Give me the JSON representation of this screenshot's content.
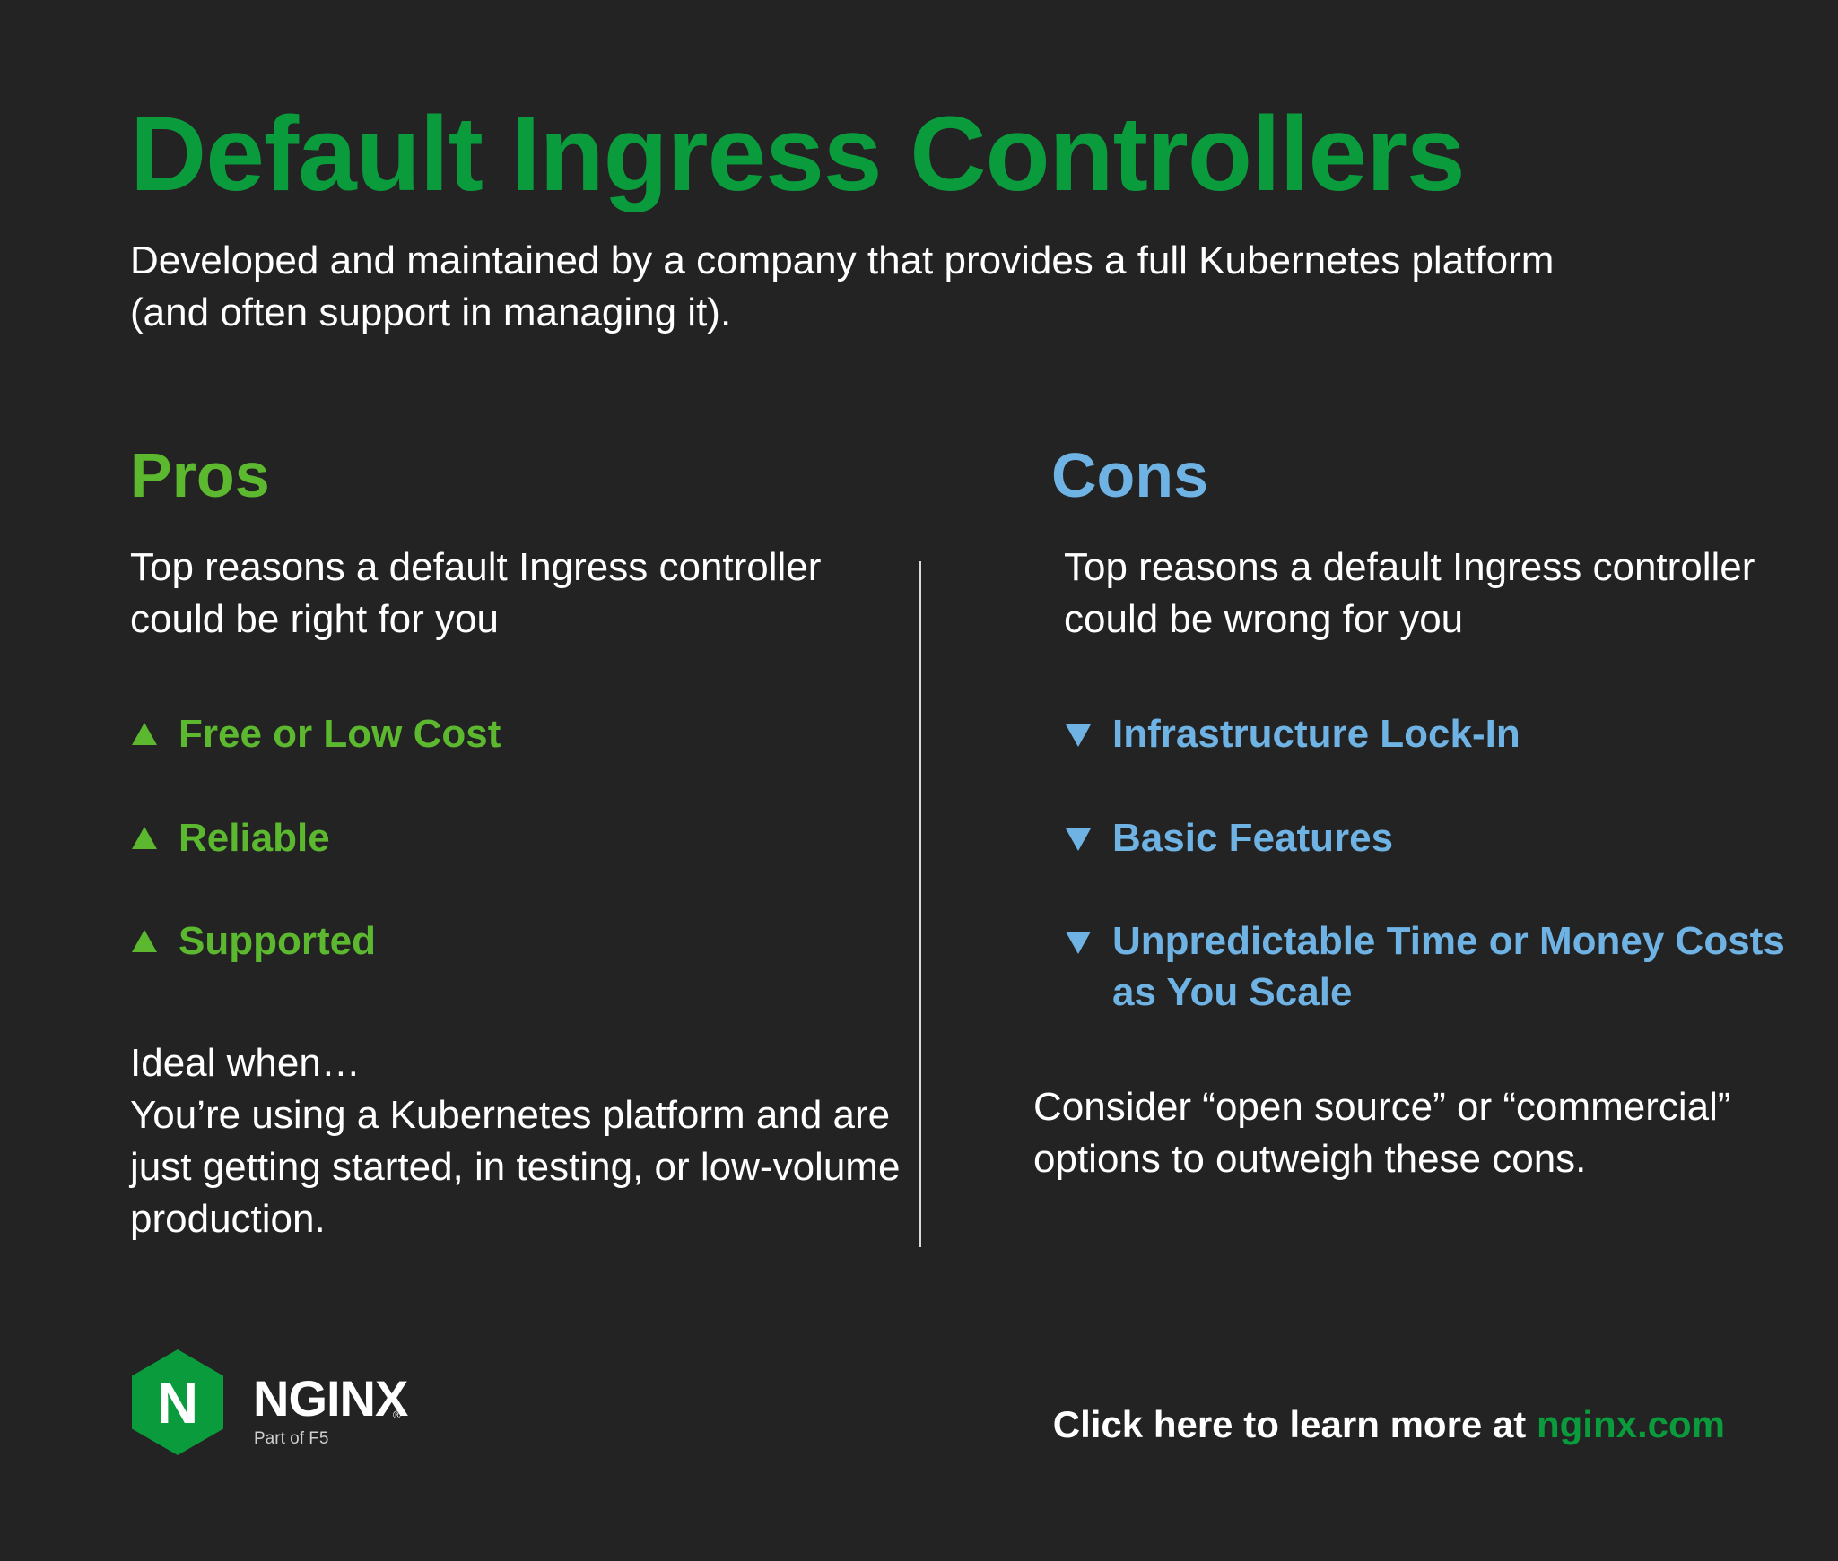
{
  "title": "Default Ingress Controllers",
  "subtitle": "Developed and maintained by a company that provides a full Kubernetes platform (and often support in managing it).",
  "pros": {
    "heading": "Pros",
    "intro": "Top reasons a default Ingress controller could be right for you",
    "items": [
      {
        "label": "Free or Low Cost",
        "icon": "triangle-up-icon"
      },
      {
        "label": "Reliable",
        "icon": "triangle-up-icon"
      },
      {
        "label": "Supported",
        "icon": "triangle-up-icon"
      }
    ],
    "ideal_heading": "Ideal when…",
    "ideal_text": "You’re using a Kubernetes platform and are just getting started, in testing, or low-volume production."
  },
  "cons": {
    "heading": "Cons",
    "intro": "Top reasons a default Ingress controller could be wrong for you",
    "items": [
      {
        "label": "Infrastructure Lock-In",
        "icon": "triangle-down-icon"
      },
      {
        "label": "Basic Features",
        "icon": "triangle-down-icon"
      },
      {
        "label": "Unpredictable Time or Money Costs as You Scale",
        "icon": "triangle-down-icon"
      }
    ],
    "consider_text": "Consider “open source” or “commercial” options to outweigh these cons."
  },
  "logo": {
    "letter": "N",
    "wordmark": "NGINX",
    "registered": "®",
    "tagline": "Part of F5",
    "icon": "nginx-hexagon-icon"
  },
  "cta": {
    "text": "Click here to learn more at ",
    "link": "nginx.com"
  },
  "colors": {
    "background": "#232323",
    "title_green": "#0a9b3c",
    "pros_green": "#5cb82e",
    "cons_blue": "#6fb3e4",
    "text": "#ffffff"
  }
}
